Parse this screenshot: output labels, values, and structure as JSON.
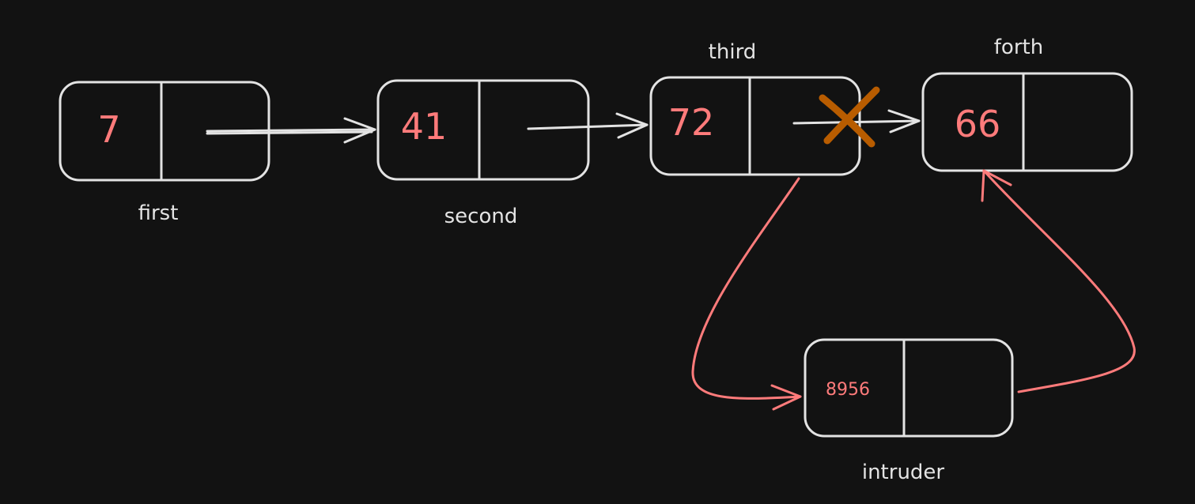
{
  "nodes": {
    "first": {
      "value": "7",
      "label": "first"
    },
    "second": {
      "value": "41",
      "label": "second"
    },
    "third": {
      "value": "72",
      "label": "third"
    },
    "forth": {
      "value": "66",
      "label": "forth"
    },
    "intruder": {
      "value": "8956",
      "label": "intruder"
    }
  },
  "colors": {
    "background": "#121212",
    "stroke": "#e3e3e3",
    "value_text": "#ff7b7b",
    "new_link": "#ff7b7b",
    "cross": "#b85c00"
  }
}
